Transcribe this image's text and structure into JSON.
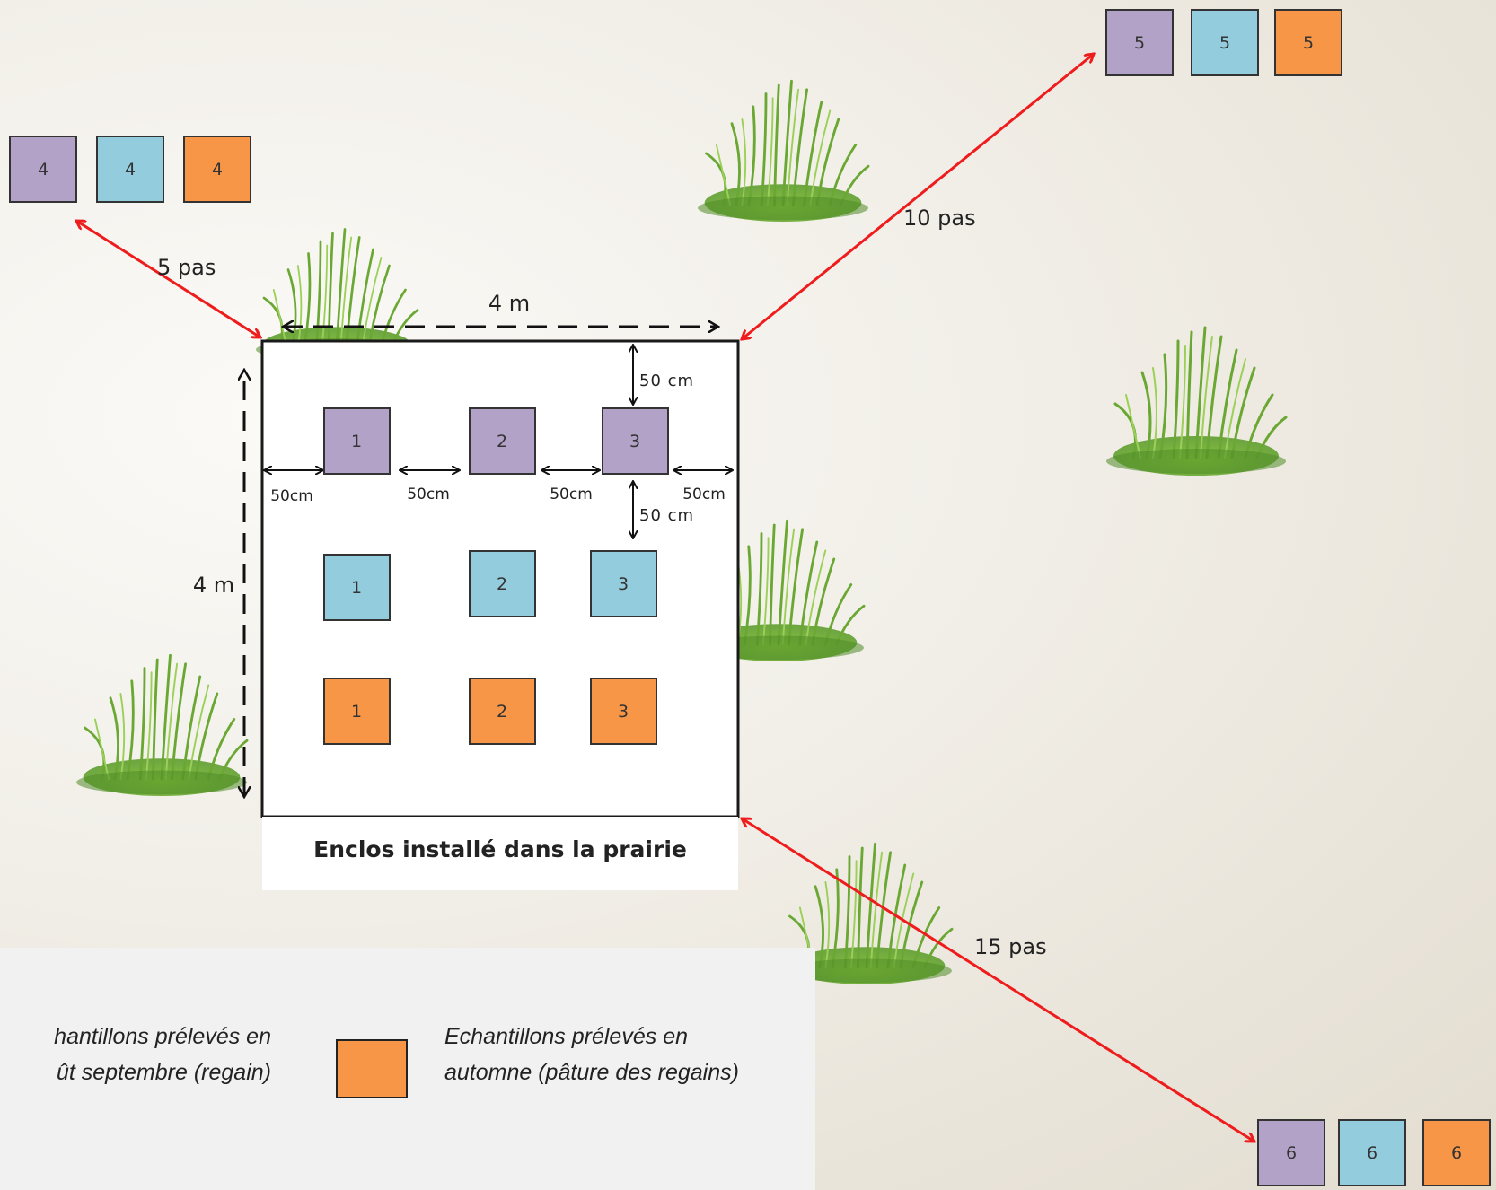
{
  "enclosure": {
    "caption": "Enclos installé dans la prairie",
    "width_label": "4 m",
    "height_label": "4 m",
    "spacing_label_vertical": "50 cm",
    "spacing_label_horizontal": "50cm"
  },
  "paths": {
    "to_group_4": "5 pas",
    "to_group_5": "10 pas",
    "to_group_6": "15 pas"
  },
  "sample_groups": [
    {
      "id": "4",
      "labels": [
        "4",
        "4",
        "4"
      ]
    },
    {
      "id": "5",
      "labels": [
        "5",
        "5",
        "5"
      ]
    },
    {
      "id": "6",
      "labels": [
        "6",
        "6",
        "6"
      ]
    }
  ],
  "grid": {
    "purple": [
      "1",
      "2",
      "3"
    ],
    "blue": [
      "1",
      "2",
      "3"
    ],
    "orange": [
      "1",
      "2",
      "3"
    ]
  },
  "legend": {
    "left_text_line1": "hantillons prélevés en",
    "left_text_line2": "ût septembre (regain)",
    "right_text": "Echantillons prélevés en automne (pâture des regains)"
  },
  "colors": {
    "purple": "#b3a2c7",
    "blue": "#93cddd",
    "orange": "#f79646",
    "arrow_red": "#ee1c1c",
    "grass": "#76b43a"
  }
}
